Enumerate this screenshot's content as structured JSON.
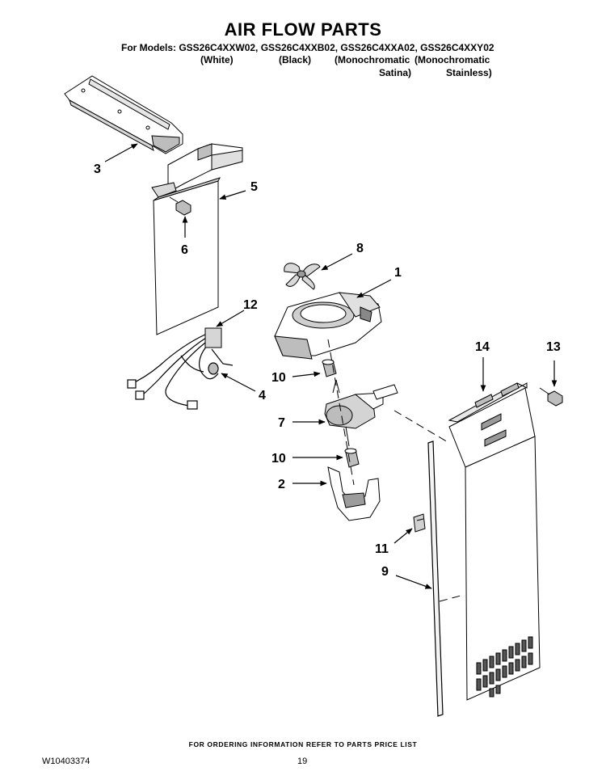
{
  "title": "AIR FLOW PARTS",
  "models_line": "For Models: GSS26C4XXW02, GSS26C4XXB02, GSS26C4XXA02, GSS26C4XXY02",
  "variants": {
    "white": "(White)",
    "black": "(Black)",
    "mono_1": "(Monochromatic",
    "mono_2": "(Monochromatic",
    "satina": "Satina)",
    "stainless": "Stainless)"
  },
  "callouts": {
    "c1": "1",
    "c2": "2",
    "c3": "3",
    "c4": "4",
    "c5": "5",
    "c6": "6",
    "c7": "7",
    "c8": "8",
    "c9": "9",
    "c10a": "10",
    "c10b": "10",
    "c11": "11",
    "c12": "12",
    "c13": "13",
    "c14": "14"
  },
  "footer": {
    "ordering_note": "FOR ORDERING INFORMATION REFER TO PARTS PRICE LIST",
    "doc_number": "W10403374",
    "page_number": "19"
  }
}
